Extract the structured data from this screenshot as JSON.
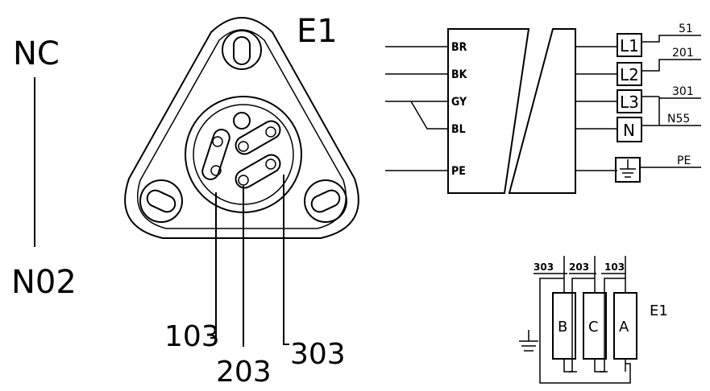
{
  "diagram": {
    "switch_top_label": "NC",
    "switch_bottom_label": "N02",
    "connector_label": "E1",
    "pin_labels": [
      "103",
      "203",
      "303"
    ],
    "wire_colors": [
      "BR",
      "BK",
      "GY",
      "BL",
      "PE"
    ],
    "terminals": [
      "L1",
      "L2",
      "L3",
      "N"
    ],
    "terminal_wires": [
      "51",
      "201",
      "301",
      "N55",
      "PE"
    ],
    "heater_wires": [
      "303",
      "203",
      "103"
    ],
    "heater_elements": [
      "B",
      "C",
      "A"
    ],
    "heater_label": "E1"
  }
}
